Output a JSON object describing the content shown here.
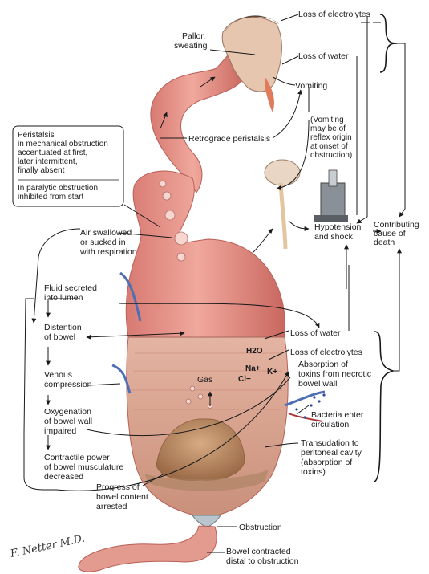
{
  "labels": {
    "pallor": [
      "Pallor,",
      "sweating"
    ],
    "loss_electrolytes_top": "Loss of electrolytes",
    "loss_water_top": "Loss of water",
    "vomiting": "Vomiting",
    "retrograde_peristalsis": "Retrograde peristalsis",
    "vomiting_note": [
      "(Vomiting",
      "may be of",
      "reflex origin",
      "at onset of",
      "obstruction)"
    ],
    "hypotension": [
      "Hypotension",
      "and shock"
    ],
    "contributing": [
      "Contributing",
      "cause of",
      "death"
    ],
    "peristalsis_box_a": [
      "Peristalsis",
      "in mechanical obstruction",
      "accentuated at first,",
      "later intermittent,",
      "finally absent"
    ],
    "peristalsis_box_b": [
      "In paralytic obstruction",
      "inhibited from start"
    ],
    "air_swallowed": [
      "Air swallowed",
      "or sucked in",
      "with respiration"
    ],
    "fluid_secreted": [
      "Fluid secreted",
      "into lumen"
    ],
    "distention": [
      "Distention",
      "of bowel"
    ],
    "venous_compression": [
      "Venous",
      "compression"
    ],
    "oxygenation": [
      "Oxygenation",
      "of bowel wall",
      "impaired"
    ],
    "contractile": [
      "Contractile power",
      "of bowel musculature",
      "decreased"
    ],
    "gas": "Gas",
    "loss_water_mid": "Loss of water",
    "loss_electrolytes_mid": "Loss of electrolytes",
    "absorption_toxins": [
      "Absorption of",
      "toxins from necrotic",
      "bowel wall"
    ],
    "bacteria": [
      "Bacteria enter",
      "circulation"
    ],
    "transudation": [
      "Transudation to",
      "peritoneal cavity",
      "(absorption of",
      "toxins)"
    ],
    "progress_content": [
      "Progress of",
      "bowel content",
      "arrested"
    ],
    "obstruction": "Obstruction",
    "bowel_contracted": [
      "Bowel contracted",
      "distal to obstruction"
    ],
    "signature": "F. Netter M.D."
  },
  "chemicals": {
    "water": "H2O",
    "sodium": "Na+",
    "potassium": "K+",
    "chloride": "Cl−"
  },
  "colors": {
    "bowel": "#e9948a",
    "bowel_dark": "#c86e66",
    "fluid": "#d99f8c",
    "content": "#b88860",
    "line": "#1a1a1a",
    "vein": "#4f6fb5"
  }
}
